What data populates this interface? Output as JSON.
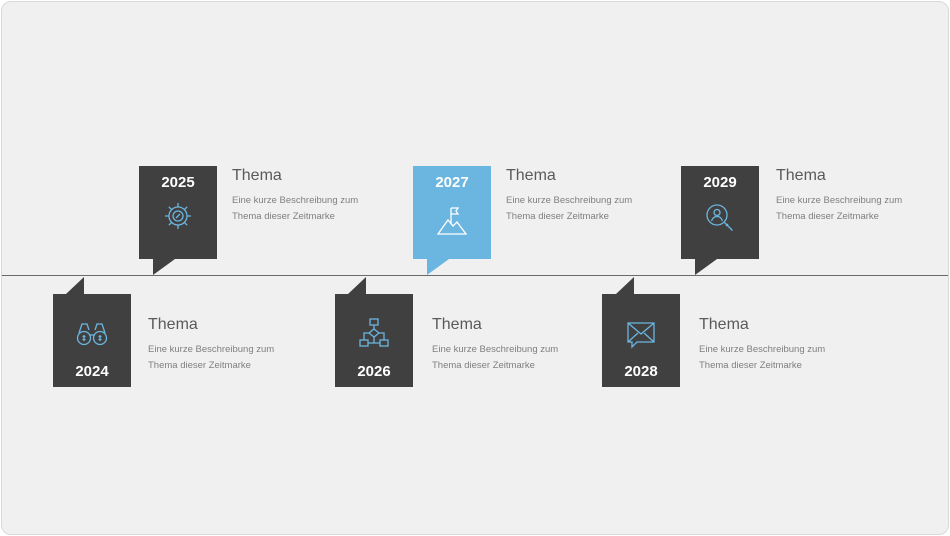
{
  "colors": {
    "background": "#f0f0f0",
    "marker": "#404040",
    "accent": "#6bb6e0",
    "icon_stroke": "#6bb6e0",
    "timeline": "#6a6a6a"
  },
  "milestones": [
    {
      "year": "2024",
      "title": "Thema",
      "description": "Eine kurze Beschreibung zum Thema dieser Zeitmarke",
      "icon": "binoculars-icon"
    },
    {
      "year": "2025",
      "title": "Thema",
      "description": "Eine kurze Beschreibung zum Thema dieser Zeitmarke",
      "icon": "gear-icon"
    },
    {
      "year": "2026",
      "title": "Thema",
      "description": "Eine kurze Beschreibung zum Thema dieser Zeitmarke",
      "icon": "flowchart-icon"
    },
    {
      "year": "2027",
      "title": "Thema",
      "description": "Eine kurze Beschreibung zum Thema dieser Zeitmarke",
      "icon": "mountain-flag-icon"
    },
    {
      "year": "2028",
      "title": "Thema",
      "description": "Eine kurze Beschreibung zum Thema dieser Zeitmarke",
      "icon": "envelope-icon"
    },
    {
      "year": "2029",
      "title": "Thema",
      "description": "Eine kurze Beschreibung zum Thema dieser Zeitmarke",
      "icon": "search-user-icon"
    }
  ]
}
